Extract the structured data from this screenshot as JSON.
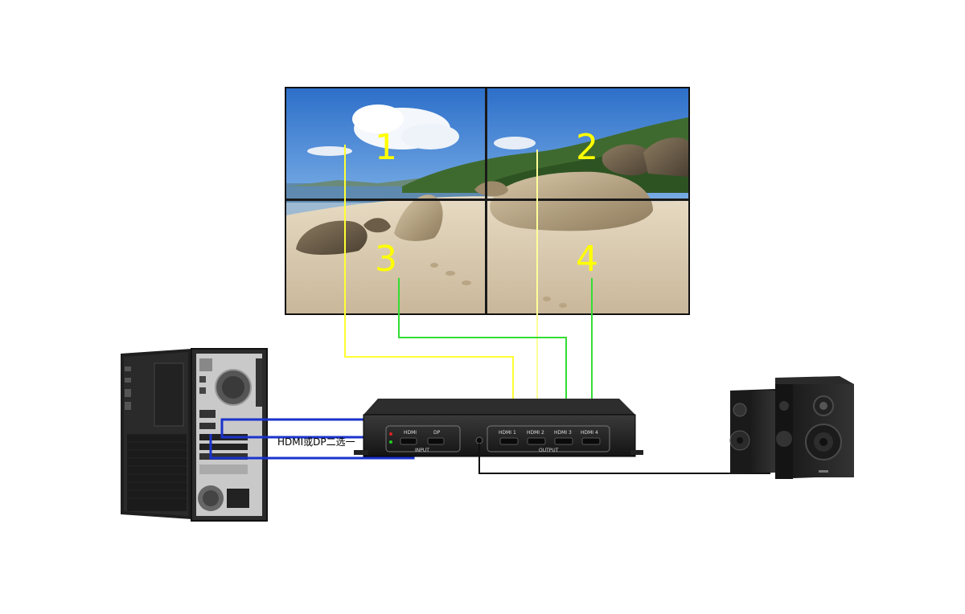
{
  "video_wall": {
    "screens": [
      {
        "label": "1"
      },
      {
        "label": "2"
      },
      {
        "label": "3"
      },
      {
        "label": "4"
      }
    ]
  },
  "splitter": {
    "input_label": "INPUT",
    "output_label": "OUTPUT",
    "input_ports": [
      "HDMI",
      "DP"
    ],
    "output_ports": [
      "HDMI 1",
      "HDMI 2",
      "HDMI 3",
      "HDMI 4"
    ]
  },
  "pc_connection_note": "HDMI或DP二选一",
  "colors": {
    "screen1_cable": "#ffff33",
    "screen2_cable": "#ffff99",
    "screen3_cable": "#33dd33",
    "screen4_cable": "#33dd33",
    "pc_cable": "#1a33cc",
    "audio_cable": "#111111"
  }
}
